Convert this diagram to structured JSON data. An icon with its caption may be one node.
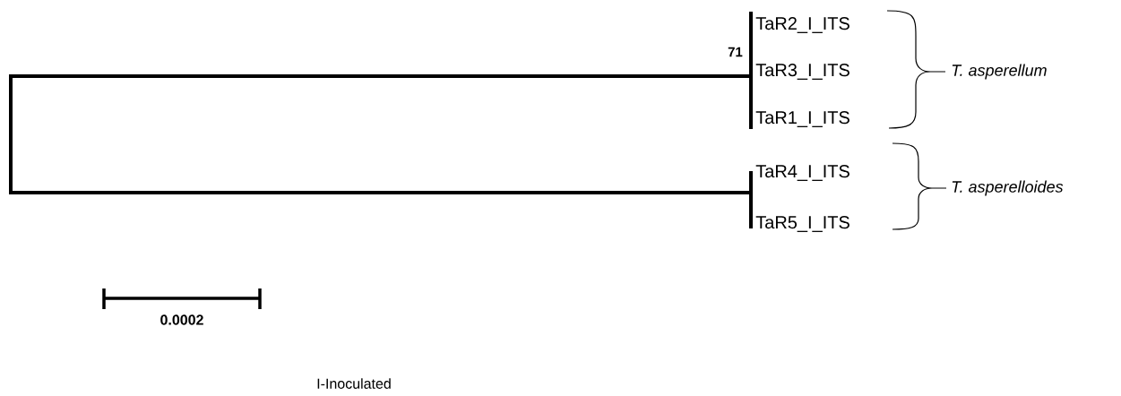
{
  "diagram": {
    "nodes": [
      {
        "text": [
          "TaR2_I_ITS"
        ]
      },
      {
        "text": [
          "TaR3_I_ITS"
        ]
      },
      {
        "text": [
          "TaR1_I_ITS"
        ]
      },
      {
        "text": [
          "TaR4_I_ITS"
        ]
      },
      {
        "text": [
          "TaR5_I_ITS"
        ]
      }
    ],
    "labels": [
      "71",
      "T. asperellum",
      "T. asperelloides",
      "0.0002",
      "I-Inoculated"
    ]
  }
}
